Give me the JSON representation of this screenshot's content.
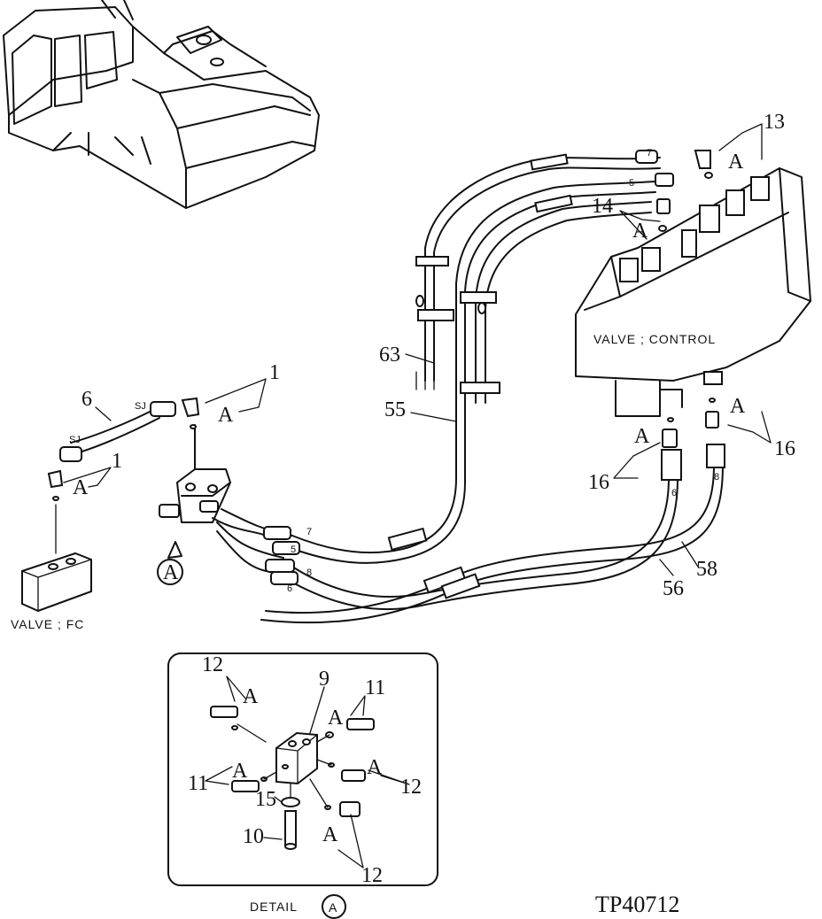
{
  "labels": {
    "l13": "13",
    "l14": "14",
    "l1a": "1",
    "l1b": "1",
    "l6": "6",
    "l63": "63",
    "l55": "55",
    "l16a": "16",
    "l16b": "16",
    "l56": "56",
    "l58": "58",
    "l9": "9",
    "l11a": "11",
    "l11b": "11",
    "l12a": "12",
    "l12b": "12",
    "l12c": "12",
    "l15": "15",
    "l10": "10"
  },
  "callout_letter": "A",
  "small_marks": {
    "sj1": "SJ",
    "sj2": "SJ",
    "h7a": "7",
    "h5a": "5",
    "h7b": "7",
    "h5b": "5",
    "h8": "8",
    "h6a": "6",
    "h6b": "6",
    "h8b": "8"
  },
  "captions": {
    "valve_control": "VALVE ; CONTROL",
    "valve_fc": "VALVE ; FC",
    "detail": "DETAIL",
    "detail_ref": "A",
    "ref_a": "A",
    "drawing_number": "TP40712"
  }
}
